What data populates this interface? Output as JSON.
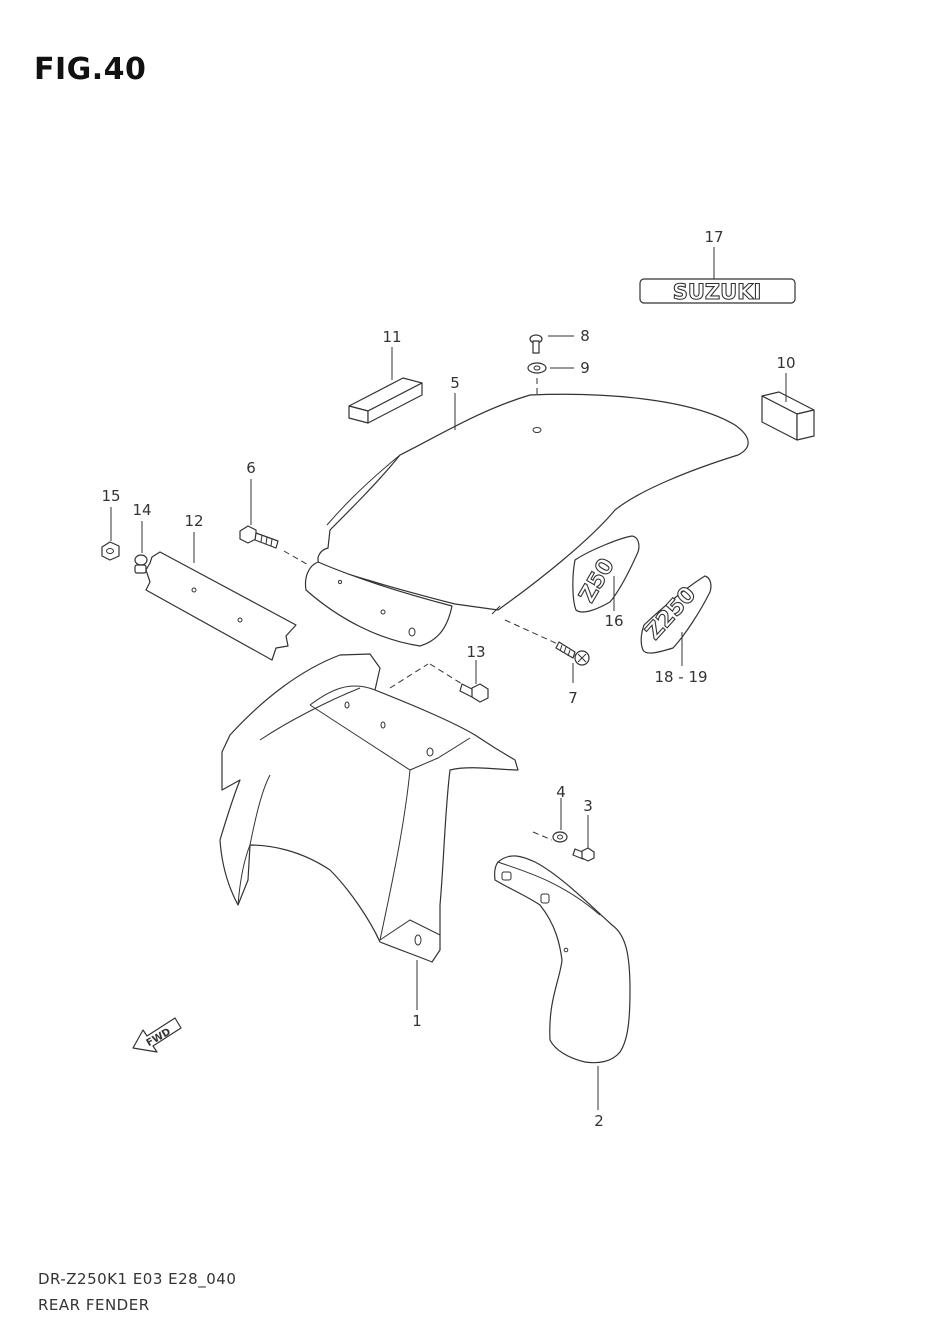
{
  "figure": {
    "title": "FIG.40",
    "model_code": "DR-Z250K1 E03 E28_040",
    "section_name": "REAR FENDER"
  },
  "callouts": {
    "c1": "1",
    "c2": "2",
    "c3": "3",
    "c4": "4",
    "c5": "5",
    "c6": "6",
    "c7": "7",
    "c8": "8",
    "c9": "9",
    "c10": "10",
    "c11": "11",
    "c12": "12",
    "c13": "13",
    "c14": "14",
    "c15": "15",
    "c16": "16",
    "c17": "17",
    "c18_19": "18 - 19"
  },
  "labels": {
    "suzuki_emblem": "SUZUKI",
    "z50_emblem": "Z50",
    "z250_emblem": "Z250",
    "fwd_arrow": "FWD"
  },
  "icons": {
    "fwd": "fwd-arrow-icon"
  }
}
